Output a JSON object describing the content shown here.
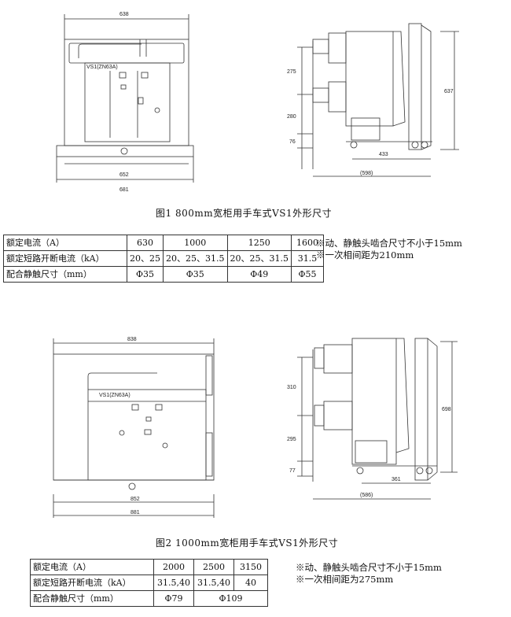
{
  "fig1": {
    "caption": "图1 800mm宽柜用手车式VS1外形尺寸",
    "front": {
      "model": "VS1(ZN63A)",
      "dim_top": "638",
      "dim_inner": "652",
      "dim_outer": "681"
    },
    "side": {
      "dim_upper": "275",
      "dim_lower": "280",
      "dim_base": "76",
      "dim_height": "637",
      "dim_depth": "433",
      "dim_total": "(598)"
    },
    "table": {
      "rows": [
        {
          "label": "额定电流（A）",
          "cells": [
            "630",
            "1000",
            "1250",
            "1600"
          ]
        },
        {
          "label": "额定短路开断电流（kA）",
          "cells": [
            "20、25",
            "20、25、31.5",
            "20、25、31.5",
            "31.5"
          ]
        },
        {
          "label": "配合静触尺寸（mm）",
          "cells": [
            "Φ35",
            "Φ35",
            "Φ49",
            "Φ55"
          ]
        }
      ]
    },
    "notes": [
      "※动、静触头啮合尺寸不小于15mm",
      "※一次相间距为210mm"
    ]
  },
  "fig2": {
    "caption": "图2 1000mm宽柜用手车式VS1外形尺寸",
    "front": {
      "model": "VS1(ZN63A)",
      "dim_top": "838",
      "dim_inner": "852",
      "dim_outer": "881"
    },
    "side": {
      "dim_upper": "310",
      "dim_lower": "295",
      "dim_base": "77",
      "dim_height": "698",
      "dim_depth": "361",
      "dim_total": "(586)"
    },
    "table": {
      "rows": [
        {
          "label": "额定电流（A）",
          "cells": [
            "2000",
            "2500",
            "3150"
          ]
        },
        {
          "label": "额定短路开断电流（kA）",
          "cells": [
            "31.5,40",
            "31.5,40",
            "40"
          ]
        },
        {
          "label": "配合静触尺寸（mm）",
          "cells": [
            "Φ79",
            "Φ109"
          ]
        }
      ]
    },
    "notes": [
      "※动、静触头啮合尺寸不小于15mm",
      "※一次相间距为275mm"
    ]
  }
}
